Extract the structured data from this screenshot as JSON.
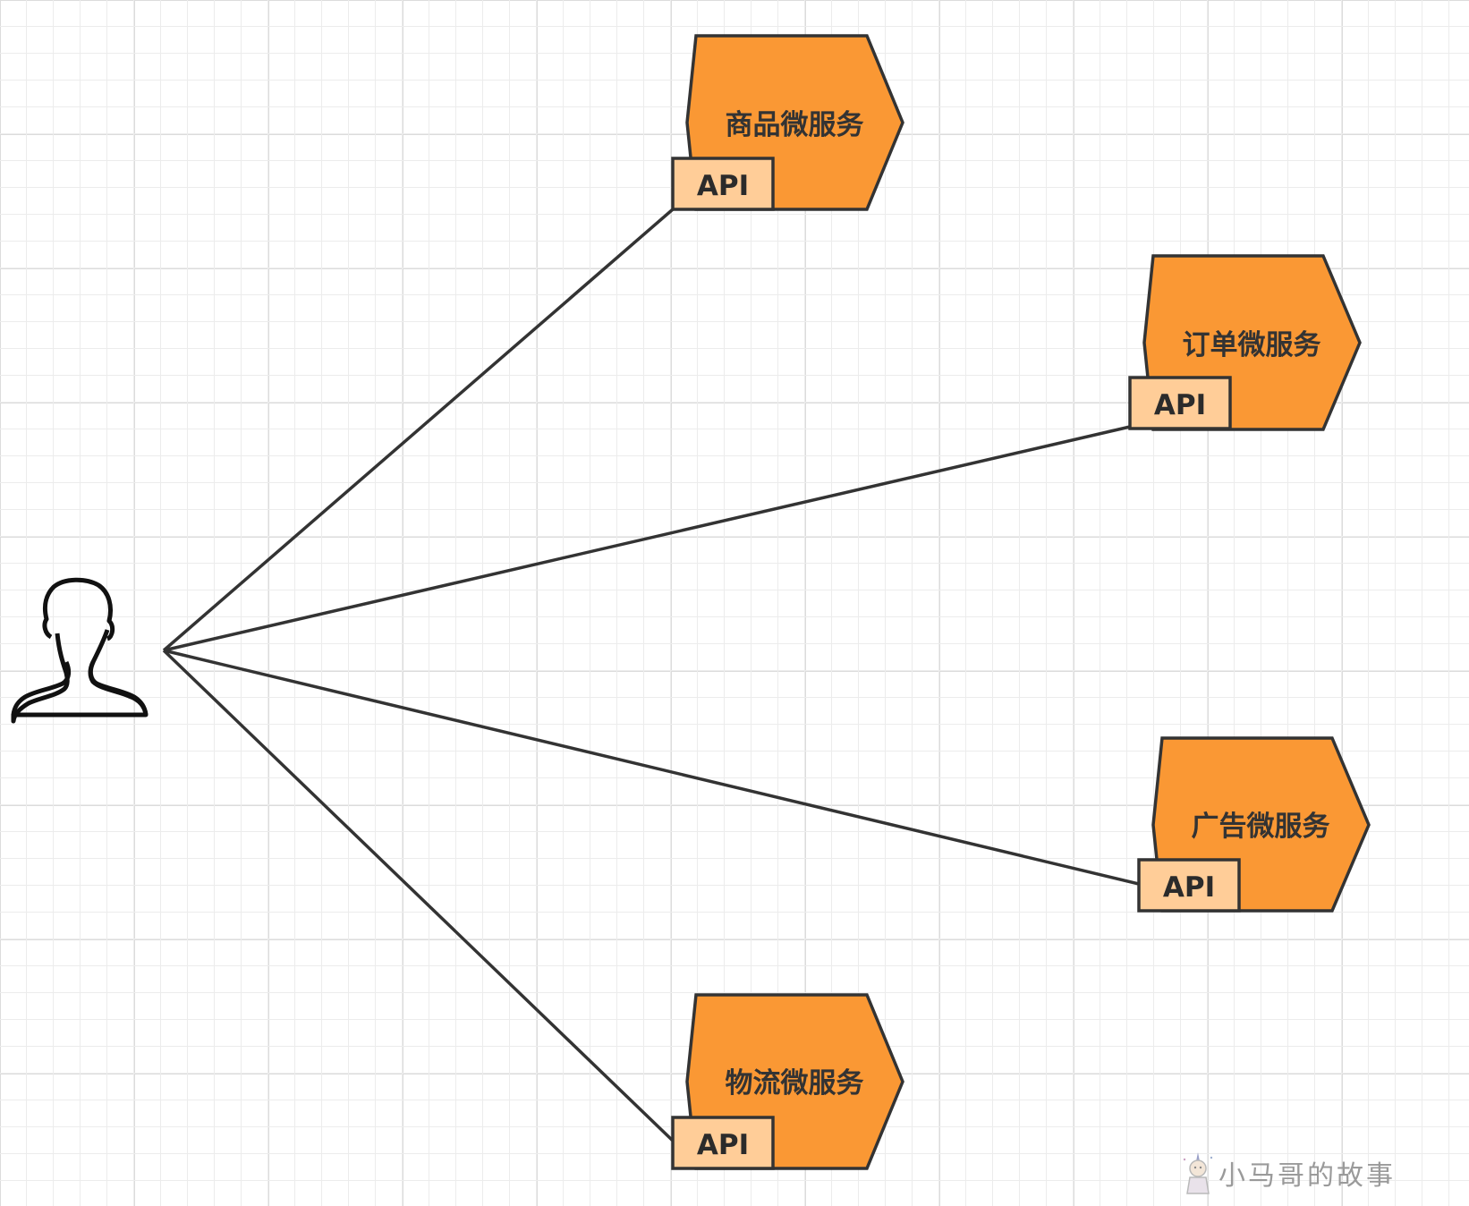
{
  "diagram": {
    "user": {
      "icon": "user-icon"
    },
    "services": [
      {
        "label": "商品微服务",
        "api": "API"
      },
      {
        "label": "订单微服务",
        "api": "API"
      },
      {
        "label": "广告微服务",
        "api": "API"
      },
      {
        "label": "物流微服务",
        "api": "API"
      }
    ],
    "colors": {
      "hexagon_fill": "#FA9834",
      "api_fill": "#FFCD98",
      "stroke": "#333333",
      "grid": "#ECECEC"
    }
  },
  "watermark": {
    "text": "小马哥的故事",
    "icon": "mascot-icon"
  }
}
